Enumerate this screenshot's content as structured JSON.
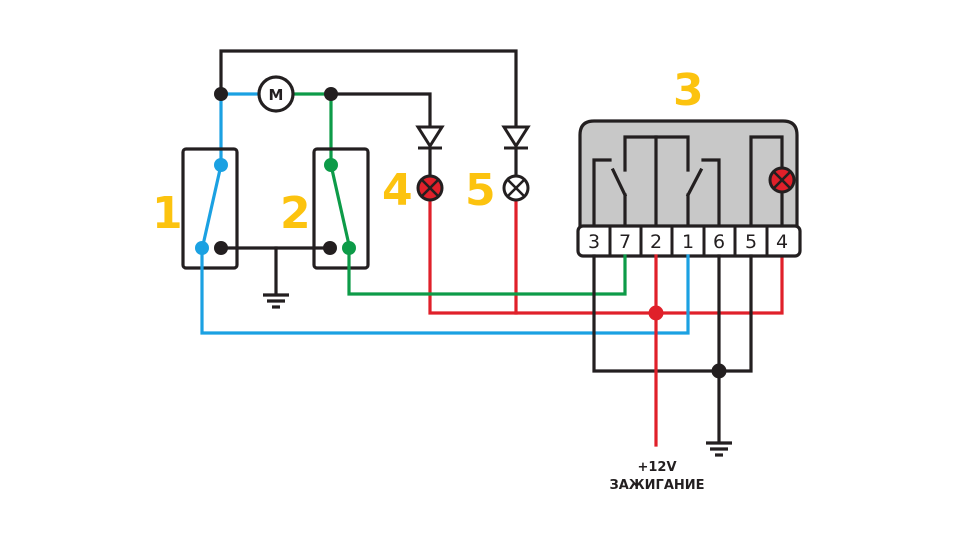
{
  "diagram": {
    "type": "electrical-wiring-schematic",
    "labels": {
      "switch_1": "1",
      "switch_2": "2",
      "relay": "3",
      "lamp_4": "4",
      "lamp_5": "5"
    },
    "motor": {
      "symbol": "M"
    },
    "relay_pins": [
      "3",
      "7",
      "2",
      "1",
      "6",
      "5",
      "4"
    ],
    "power": {
      "voltage": "+12V",
      "description": "ЗАЖИГАНИЕ"
    },
    "colors": {
      "black": "#231f20",
      "blue": "#1ba1e2",
      "green": "#0d9b48",
      "red": "#e0202a",
      "label_yellow": "#fcc30f",
      "relay_body": "#c8c8c8"
    },
    "components": [
      {
        "id": "1",
        "kind": "switch",
        "wire_color": "blue"
      },
      {
        "id": "2",
        "kind": "switch",
        "wire_color": "green"
      },
      {
        "id": "3",
        "kind": "relay-module",
        "pins": 7
      },
      {
        "id": "4",
        "kind": "indicator-lamp",
        "state": "lit-red",
        "diode": true
      },
      {
        "id": "5",
        "kind": "indicator-lamp",
        "state": "unlit",
        "diode": true
      },
      {
        "id": "M",
        "kind": "motor"
      }
    ]
  }
}
